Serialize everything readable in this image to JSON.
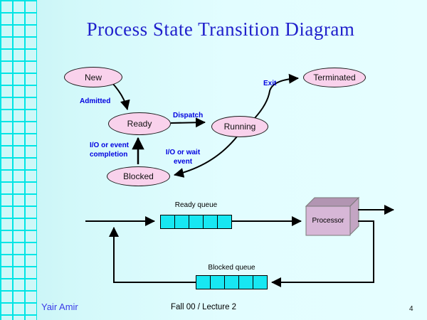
{
  "slide": {
    "title": "Process State Transition Diagram",
    "footer": {
      "author": "Yair Amir",
      "course": "Fall 00 / Lecture 2",
      "page_number": "4"
    }
  },
  "state_diagram": {
    "states": {
      "new": {
        "label": "New"
      },
      "terminated": {
        "label": "Terminated"
      },
      "ready": {
        "label": "Ready"
      },
      "running": {
        "label": "Running"
      },
      "blocked": {
        "label": "Blocked"
      }
    },
    "transitions": {
      "admitted": {
        "label": "Admitted",
        "from": "New",
        "to": "Ready"
      },
      "dispatch": {
        "label": "Dispatch",
        "from": "Ready",
        "to": "Running"
      },
      "exit": {
        "label": "Exit",
        "from": "Running",
        "to": "Terminated"
      },
      "io_wait": {
        "label": "I/O or wait event",
        "from": "Running",
        "to": "Blocked"
      },
      "io_completion": {
        "label": "I/O or event completion",
        "from": "Blocked",
        "to": "Ready"
      }
    }
  },
  "queue_diagram": {
    "ready_queue": {
      "label": "Ready queue",
      "cell_count": 5
    },
    "blocked_queue": {
      "label": "Blocked queue",
      "cell_count": 5
    },
    "processor": {
      "label": "Processor"
    }
  },
  "colors": {
    "title_blue": "#2020cc",
    "transition_label_blue": "#0000e0",
    "state_fill_pink": "#f9d2ec",
    "queue_cell_cyan": "#17e7f2",
    "processor_front": "#d7b7d7",
    "processor_top": "#b295b2",
    "processor_side": "#c3a5c3",
    "grid_cyan": "#00e5e5",
    "background_cyan": "#e2fdff",
    "footer_author_blue": "#3a3ae8"
  }
}
